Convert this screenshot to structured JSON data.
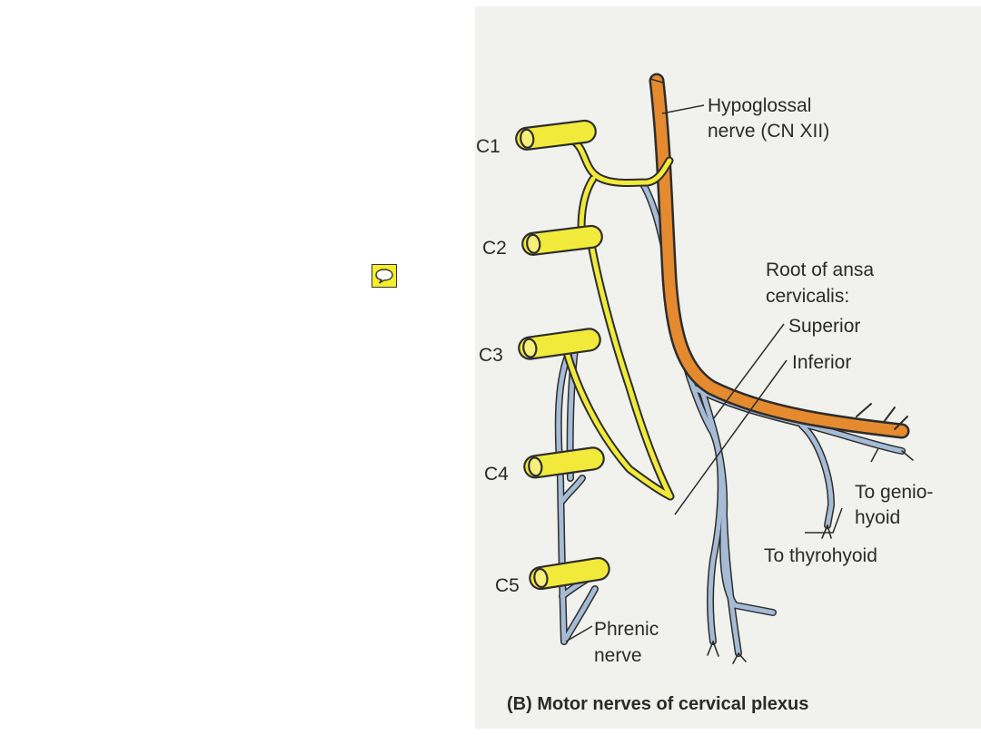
{
  "icons": {
    "comment": "speech-bubble-icon"
  },
  "colors": {
    "background": "#ffffff",
    "figure_background": "#f1f1ee",
    "cervical_nerve_yellow": "#f2ea3a",
    "hypoglossal_orange": "#e58a2e",
    "ansa_blue": "#a6bcd6",
    "outline": "#2d2d2d",
    "comment_icon_fill": "#f5ee2c"
  },
  "figure": {
    "roots": {
      "c1": "C1",
      "c2": "C2",
      "c3": "C3",
      "c4": "C4",
      "c5": "C5"
    },
    "labels": {
      "hypoglossal_line1": "Hypoglossal",
      "hypoglossal_line2": "nerve (CN XII)",
      "root_line1": "Root of ansa",
      "root_line2": "cervicalis:",
      "superior": "Superior",
      "inferior": "Inferior",
      "genio_line1": "To genio-",
      "genio_line2": "hyoid",
      "thyrohyoid": "To thyrohyoid",
      "phrenic_line1": "Phrenic",
      "phrenic_line2": "nerve"
    },
    "caption": "(B) Motor nerves of cervical plexus"
  }
}
